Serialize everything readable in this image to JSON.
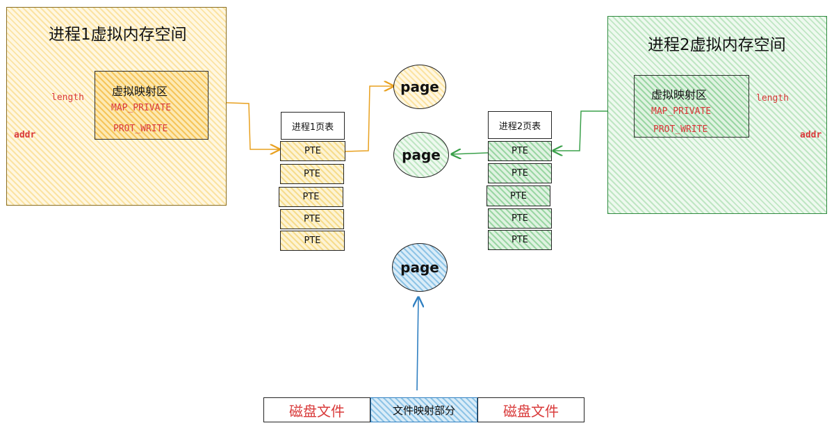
{
  "process1": {
    "title": "进程1虚拟内存空间",
    "vma_label": "虚拟映射区",
    "flag1": "MAP_PRIVATE",
    "flag2": "PROT_WRITE",
    "length": "length",
    "addr": "addr"
  },
  "process2": {
    "title": "进程2虚拟内存空间",
    "vma_label": "虚拟映射区",
    "flag1": "MAP_PRIVATE",
    "flag2": "PROT_WRITE",
    "length": "length",
    "addr": "addr"
  },
  "pagetable1": {
    "title": "进程1页表",
    "entries": [
      "PTE",
      "PTE",
      "PTE",
      "PTE",
      "PTE"
    ]
  },
  "pagetable2": {
    "title": "进程2页表",
    "entries": [
      "PTE",
      "PTE",
      "PTE",
      "PTE",
      "PTE"
    ]
  },
  "pages": [
    "page",
    "page",
    "page"
  ],
  "file": {
    "left": "磁盘文件",
    "middle": "文件映射部分",
    "right": "磁盘文件"
  },
  "colors": {
    "orange": "#e8a01e",
    "green": "#3aa04a",
    "blue": "#2f7fc1",
    "red": "#d93a3a"
  }
}
